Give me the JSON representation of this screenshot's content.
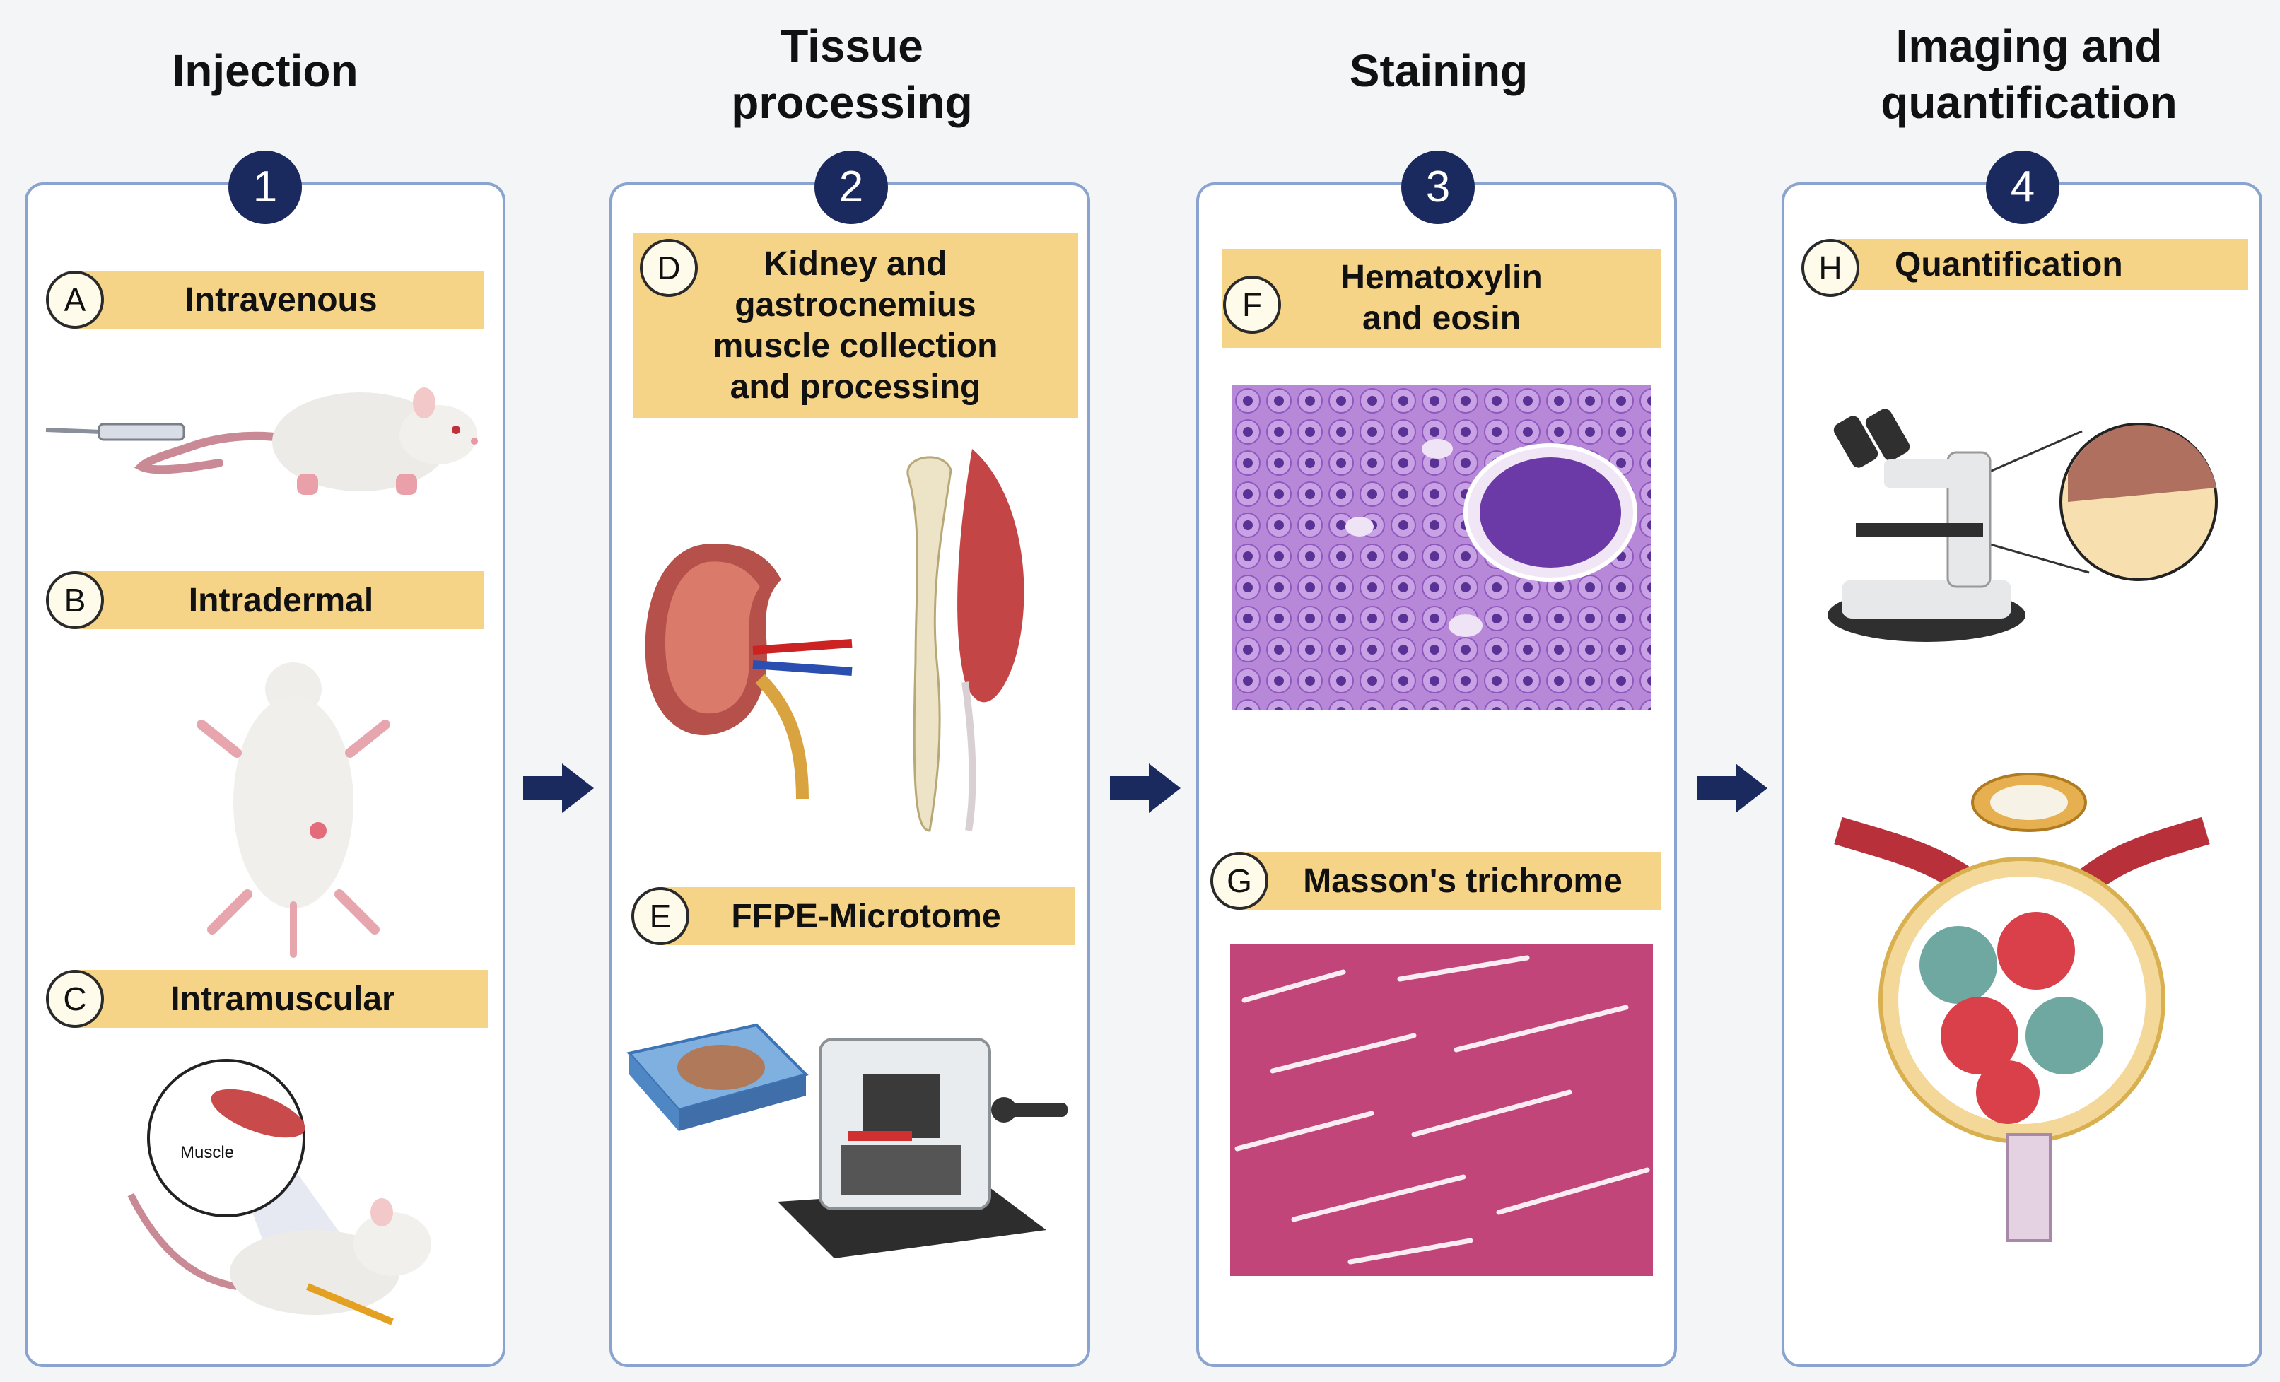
{
  "columns": [
    {
      "title": "Injection",
      "step": "1"
    },
    {
      "title": "Tissue processing",
      "step": "2"
    },
    {
      "title": "Staining",
      "step": "3"
    },
    {
      "title": "Imaging and quantification",
      "step": "4"
    }
  ],
  "labels": {
    "A": {
      "letter": "A",
      "text": "Intravenous"
    },
    "B": {
      "letter": "B",
      "text": "Intradermal"
    },
    "C": {
      "letter": "C",
      "text": "Intramuscular"
    },
    "D": {
      "letter": "D",
      "text": "Kidney and gastrocnemius muscle collection and processing"
    },
    "E": {
      "letter": "E",
      "text": "FFPE-Microtome"
    },
    "F": {
      "letter": "F",
      "text": "Hematoxylin and eosin"
    },
    "G": {
      "letter": "G",
      "text": "Masson's trichrome"
    },
    "H": {
      "letter": "H",
      "text": "Quantification"
    }
  },
  "muscle_callout": "Muscle",
  "colors": {
    "panel_border": "#8aa3cf",
    "banner": "#f5d488",
    "step_circle": "#1b2a5e",
    "arrow": "#1b2a5e"
  }
}
